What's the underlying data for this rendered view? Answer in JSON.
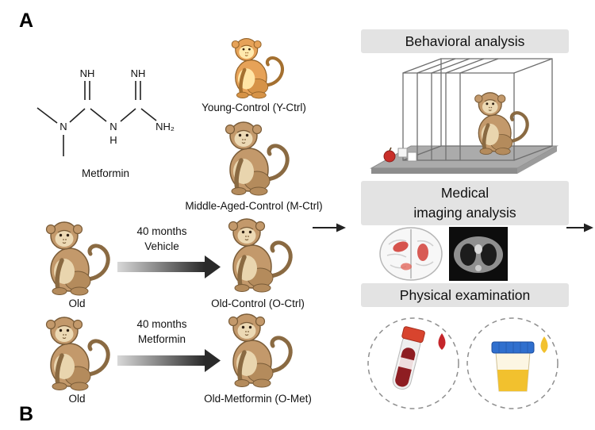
{
  "panels": {
    "a": "A",
    "b": "B"
  },
  "molecule": {
    "name": "Metformin",
    "atoms": {
      "nh_left": "NH",
      "nh_right": "NH",
      "n_dimethyl": "N",
      "n_central": "N",
      "h_central": "H",
      "nh2_terminal": "NH₂"
    }
  },
  "groups": {
    "young_control": "Young-Control (Y-Ctrl)",
    "middle_aged_control": "Middle-Aged-Control (M-Ctrl)",
    "old_top": "Old",
    "old_control": "Old-Control (O-Ctrl)",
    "old_bottom": "Old",
    "old_metformin": "Old-Metformin (O-Met)"
  },
  "treatments": {
    "vehicle": {
      "duration": "40 months",
      "agent": "Vehicle"
    },
    "metformin": {
      "duration": "40 months",
      "agent": "Metformin"
    }
  },
  "analyses": {
    "behavioral": {
      "title": "Behavioral analysis"
    },
    "imaging": {
      "title_line1": "Medical",
      "title_line2": "imaging analysis"
    },
    "physical": {
      "title": "Physical examination"
    }
  },
  "colors": {
    "header_bg": "#e3e3e3",
    "monkey_fur": "#c3996b",
    "blood_red": "#8e1d22",
    "drop_red": "#c5262b",
    "urine_yellow": "#f2c12e",
    "lid_blue": "#2f6fce",
    "highlight_red": "#d24038"
  }
}
